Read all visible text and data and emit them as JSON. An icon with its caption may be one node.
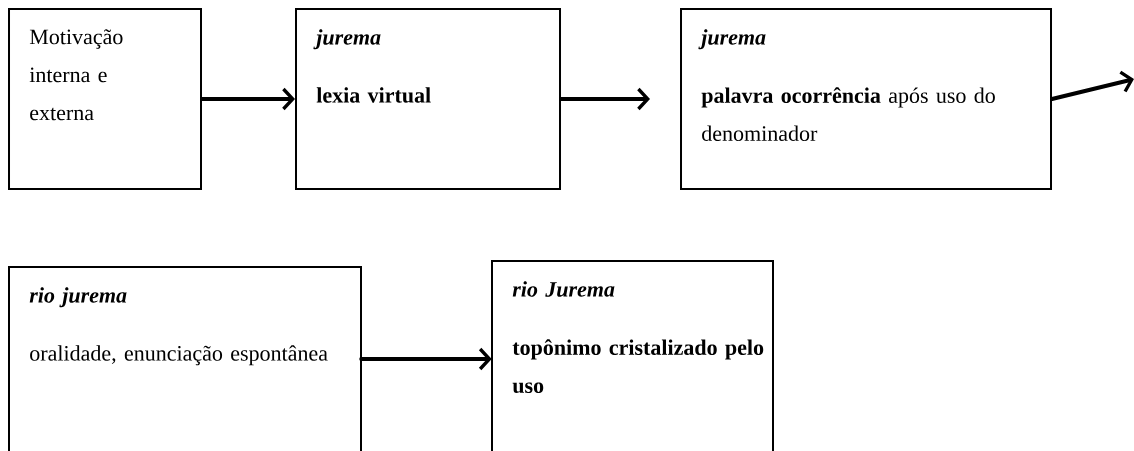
{
  "diagram": {
    "nodes": [
      {
        "text": [
          "Motivação interna e externa"
        ]
      },
      {
        "text": [
          "jurema",
          "lexia virtual"
        ]
      },
      {
        "text": [
          "jurema",
          "**palavra ocorrência** após uso do denominador"
        ]
      },
      {
        "text": [
          "rio jurema",
          "oralidade, enunciação espontânea"
        ]
      },
      {
        "text": [
          "rio Jurema",
          "topônimo cristalizado pelo uso"
        ]
      }
    ],
    "edges": [
      {
        "from": 0,
        "to": 1,
        "arrow": "to"
      },
      {
        "from": 1,
        "to": 2,
        "arrow": "to"
      },
      {
        "from": 2,
        "to": null,
        "arrow": "to"
      },
      {
        "from": 3,
        "to": 4,
        "arrow": "to"
      }
    ]
  }
}
